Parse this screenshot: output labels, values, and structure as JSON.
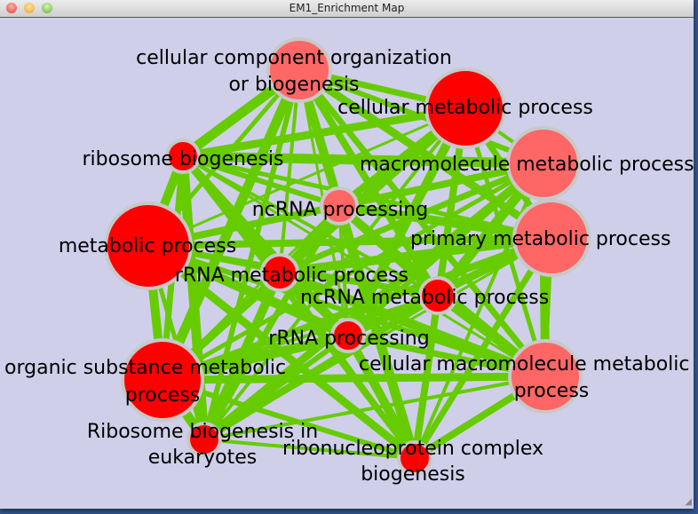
{
  "window": {
    "title": "EM1_Enrichment Map"
  },
  "colors": {
    "edge": "#66cc00",
    "node_strong": "#ff0000",
    "node_weak": "#ff6666",
    "node_border": "#c8c8c8",
    "canvas": "#cfcfea"
  },
  "nodes": [
    {
      "id": "ccob",
      "label": [
        "cellular component organization",
        "or biogenesis"
      ],
      "strength": "weak"
    },
    {
      "id": "cmp",
      "label": [
        "cellular metabolic process"
      ],
      "strength": "strong"
    },
    {
      "id": "rb",
      "label": [
        "ribosome biogenesis"
      ],
      "strength": "strong"
    },
    {
      "id": "mmp",
      "label": [
        "macromolecule metabolic process"
      ],
      "strength": "weak"
    },
    {
      "id": "ncp",
      "label": [
        "ncRNA processing"
      ],
      "strength": "weak"
    },
    {
      "id": "mp",
      "label": [
        "metabolic process"
      ],
      "strength": "strong"
    },
    {
      "id": "pmp",
      "label": [
        "primary metabolic process"
      ],
      "strength": "weak"
    },
    {
      "id": "rmp",
      "label": [
        "rRNA metabolic process"
      ],
      "strength": "strong"
    },
    {
      "id": "ncmp",
      "label": [
        "ncRNA metabolic process"
      ],
      "strength": "strong"
    },
    {
      "id": "rp",
      "label": [
        "rRNA processing"
      ],
      "strength": "strong"
    },
    {
      "id": "cmmp",
      "label": [
        "cellular macromolecule metabolic",
        "process"
      ],
      "strength": "weak"
    },
    {
      "id": "osmp",
      "label": [
        "organic substance metabolic",
        "process"
      ],
      "strength": "strong"
    },
    {
      "id": "rbe",
      "label": [
        "Ribosome biogenesis in",
        "eukaryotes"
      ],
      "strength": "strong"
    },
    {
      "id": "rncb",
      "label": [
        "ribonucleoprotein complex",
        "biogenesis"
      ],
      "strength": "strong"
    }
  ]
}
